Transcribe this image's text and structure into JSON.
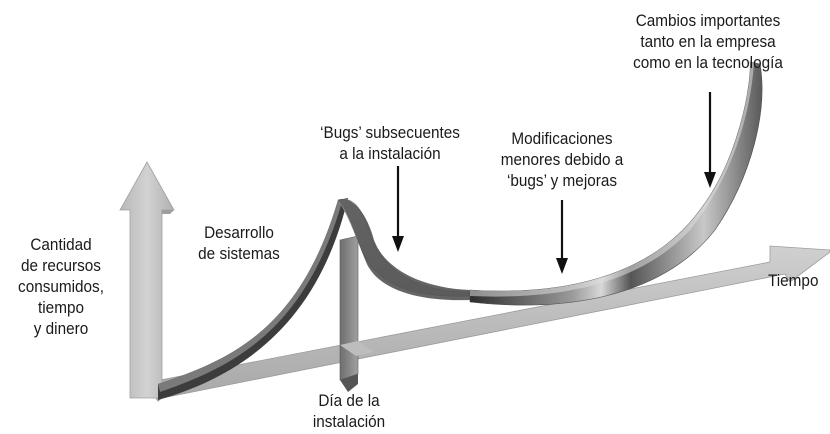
{
  "diagram": {
    "y_axis_label": [
      "Cantidad",
      "de recursos",
      "consumidos,",
      "tiempo",
      "y dinero"
    ],
    "x_axis_label": "Tiempo",
    "labels": {
      "development": [
        "Desarrollo",
        "de sistemas"
      ],
      "installation_day": [
        "Día de la",
        "instalación"
      ],
      "post_install_bugs": [
        "‘Bugs’ subsecuentes",
        "a la instalación"
      ],
      "minor_changes": [
        "Modificaciones",
        "menores debido a",
        "‘bugs’ y mejoras"
      ],
      "major_changes": [
        "Cambios importantes",
        "tanto en la empresa",
        "como en la tecnología"
      ]
    },
    "colors": {
      "axis_fill": "#c4c4c4",
      "axis_shade": "#a9a9a9",
      "ribbon_dark": "#3a3a3a",
      "ribbon_mid": "#8a8a8a",
      "ribbon_light": "#e6e6e6",
      "text": "#1a1a1a"
    }
  }
}
